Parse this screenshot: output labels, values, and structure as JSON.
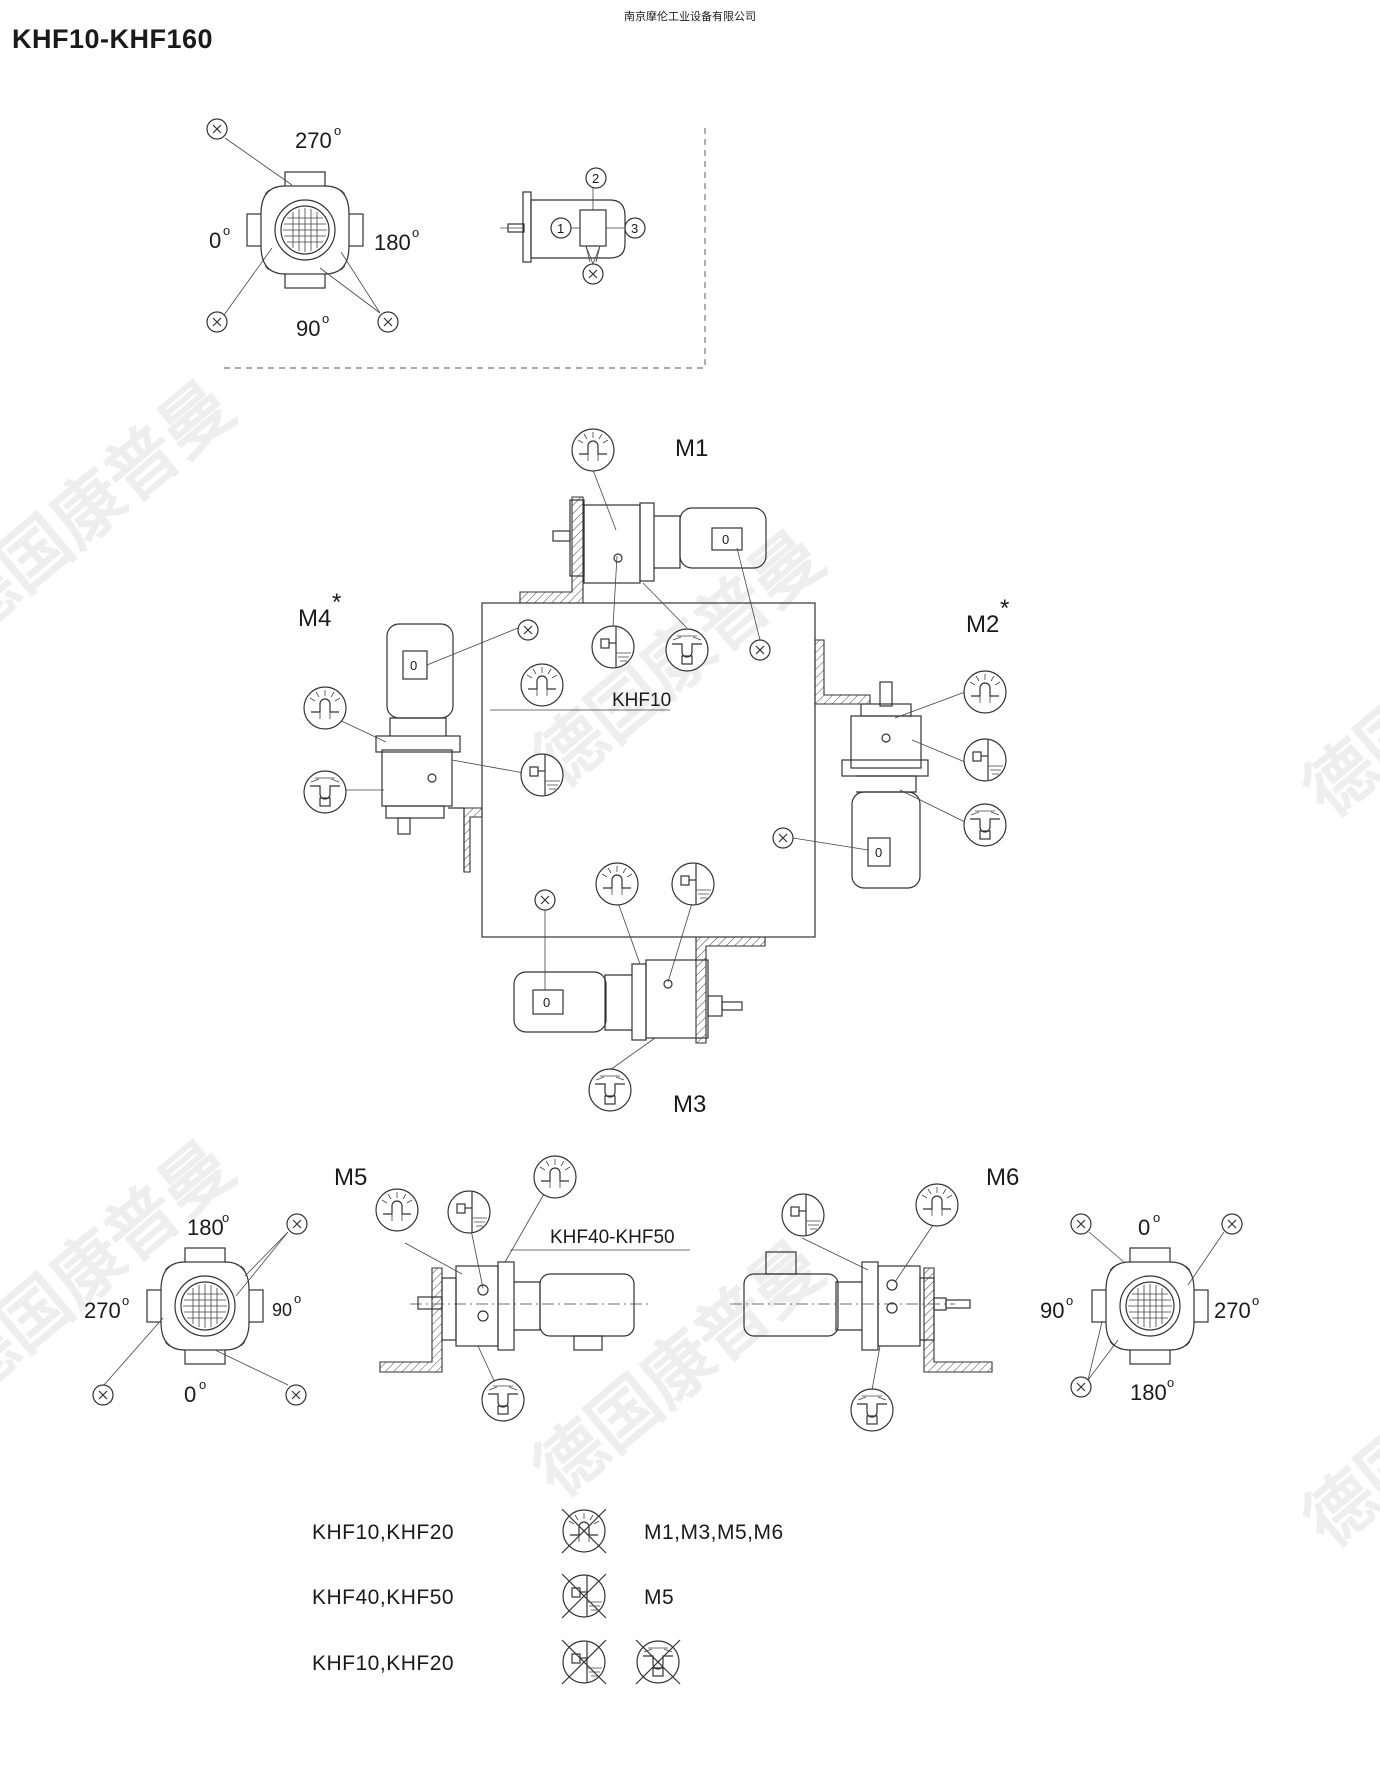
{
  "header": {
    "company": "南京摩伦工业设备有限公司",
    "title": "KHF10-KHF160"
  },
  "watermark": "德国康普曼",
  "top_view": {
    "angles": {
      "a270": "270",
      "a0": "0",
      "a180": "180",
      "a90": "90"
    },
    "vent_mark": "X"
  },
  "side_view": {
    "positions": [
      "1",
      "2",
      "3"
    ],
    "vent_mark": "X"
  },
  "center": {
    "labels": {
      "m1": "M1",
      "m2": "M2",
      "m3": "M3",
      "m4": "M4",
      "star": "*"
    },
    "callout": "KHF10",
    "motor_mark": "0",
    "vent_mark": "X"
  },
  "m5": {
    "label": "M5",
    "angles": {
      "a180": "180",
      "a270": "270",
      "a90": "90",
      "a0": "0"
    },
    "callout": "KHF40-KHF50",
    "vent_mark": "X"
  },
  "m6": {
    "label": "M6",
    "angles": {
      "a0": "0",
      "a90": "90",
      "a270": "270",
      "a180": "180"
    },
    "vent_mark": "X"
  },
  "legend": [
    {
      "model": "KHF10,KHF20",
      "positions": "M1,M3,M5,M6"
    },
    {
      "model": "KHF40,KHF50",
      "positions": "M5"
    },
    {
      "model": "KHF10,KHF20",
      "positions": ""
    }
  ]
}
